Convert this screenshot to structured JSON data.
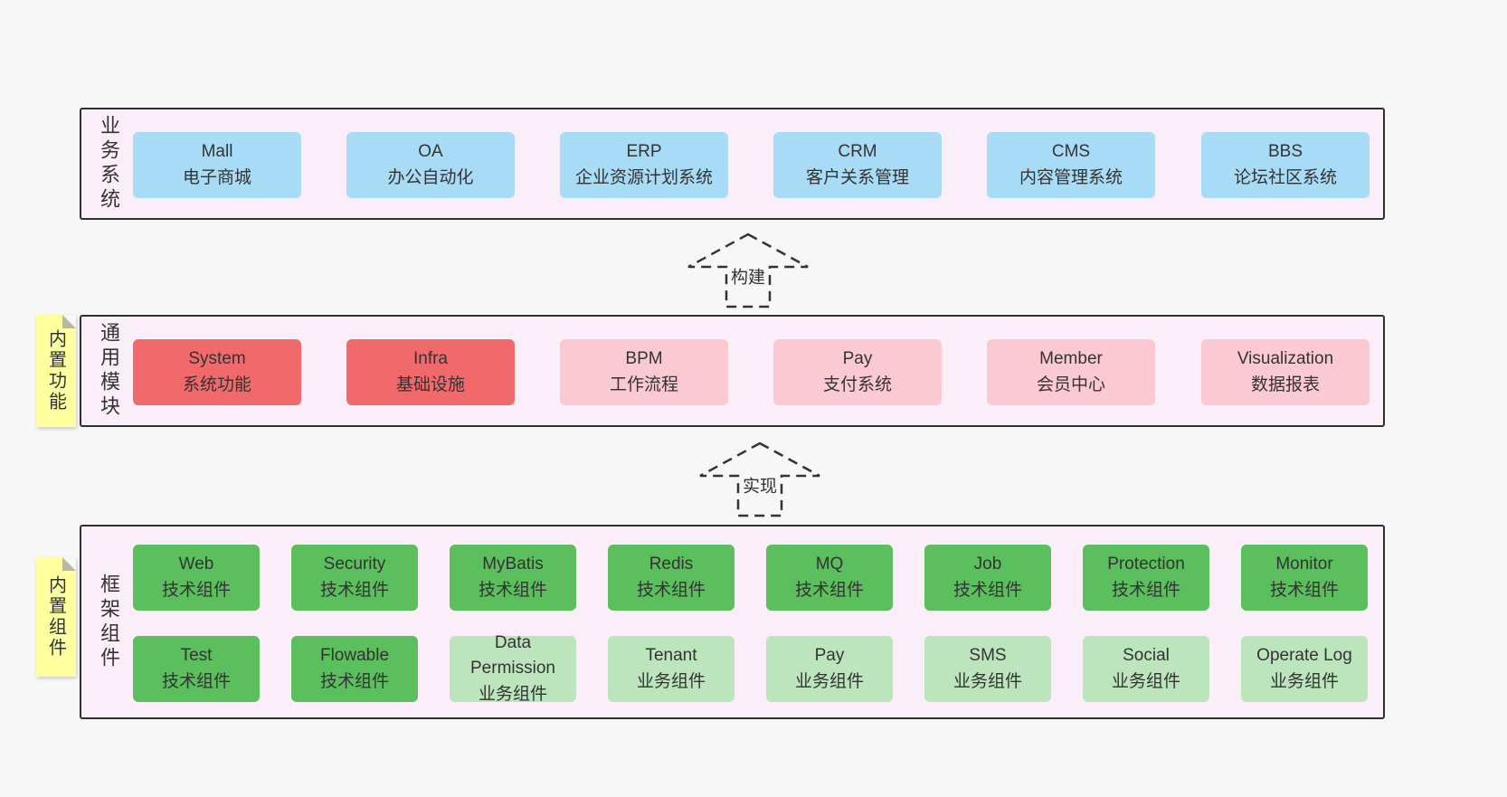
{
  "colors": {
    "band_bg": "#faeff8",
    "band_border": "#2f2f2f",
    "blue": "#a8dbf6",
    "red": "#f2696b",
    "pink": "#fac9d2",
    "green_dark": "#5abf5c",
    "green_light": "#bce4bd",
    "sticky_yellow": "#feff9e",
    "text": "#333333"
  },
  "bands": {
    "business": {
      "side_label": "业务系统",
      "items": [
        {
          "title": "Mall",
          "subtitle": "电子商城"
        },
        {
          "title": "OA",
          "subtitle": "办公自动化"
        },
        {
          "title": "ERP",
          "subtitle": "企业资源计划系统"
        },
        {
          "title": "CRM",
          "subtitle": "客户关系管理"
        },
        {
          "title": "CMS",
          "subtitle": "内容管理系统"
        },
        {
          "title": "BBS",
          "subtitle": "论坛社区系统"
        }
      ]
    },
    "modules": {
      "side_label": "通用模块",
      "sticky_label": "内置功能",
      "items": [
        {
          "title": "System",
          "subtitle": "系统功能"
        },
        {
          "title": "Infra",
          "subtitle": "基础设施"
        },
        {
          "title": "BPM",
          "subtitle": "工作流程"
        },
        {
          "title": "Pay",
          "subtitle": "支付系统"
        },
        {
          "title": "Member",
          "subtitle": "会员中心"
        },
        {
          "title": "Visualization",
          "subtitle": "数据报表"
        }
      ]
    },
    "framework": {
      "side_label": "框架组件",
      "sticky_label": "内置组件",
      "row1": [
        {
          "title": "Web",
          "subtitle": "技术组件"
        },
        {
          "title": "Security",
          "subtitle": "技术组件"
        },
        {
          "title": "MyBatis",
          "subtitle": "技术组件"
        },
        {
          "title": "Redis",
          "subtitle": "技术组件"
        },
        {
          "title": "MQ",
          "subtitle": "技术组件"
        },
        {
          "title": "Job",
          "subtitle": "技术组件"
        },
        {
          "title": "Protection",
          "subtitle": "技术组件"
        },
        {
          "title": "Monitor",
          "subtitle": "技术组件"
        }
      ],
      "row2": [
        {
          "title": "Test",
          "subtitle": "技术组件"
        },
        {
          "title": "Flowable",
          "subtitle": "技术组件"
        },
        {
          "title": "Data Permission",
          "subtitle": "业务组件"
        },
        {
          "title": "Tenant",
          "subtitle": "业务组件"
        },
        {
          "title": "Pay",
          "subtitle": "业务组件"
        },
        {
          "title": "SMS",
          "subtitle": "业务组件"
        },
        {
          "title": "Social",
          "subtitle": "业务组件"
        },
        {
          "title": "Operate Log",
          "subtitle": "业务组件"
        }
      ]
    }
  },
  "arrows": [
    {
      "label": "构建"
    },
    {
      "label": "实现"
    }
  ]
}
